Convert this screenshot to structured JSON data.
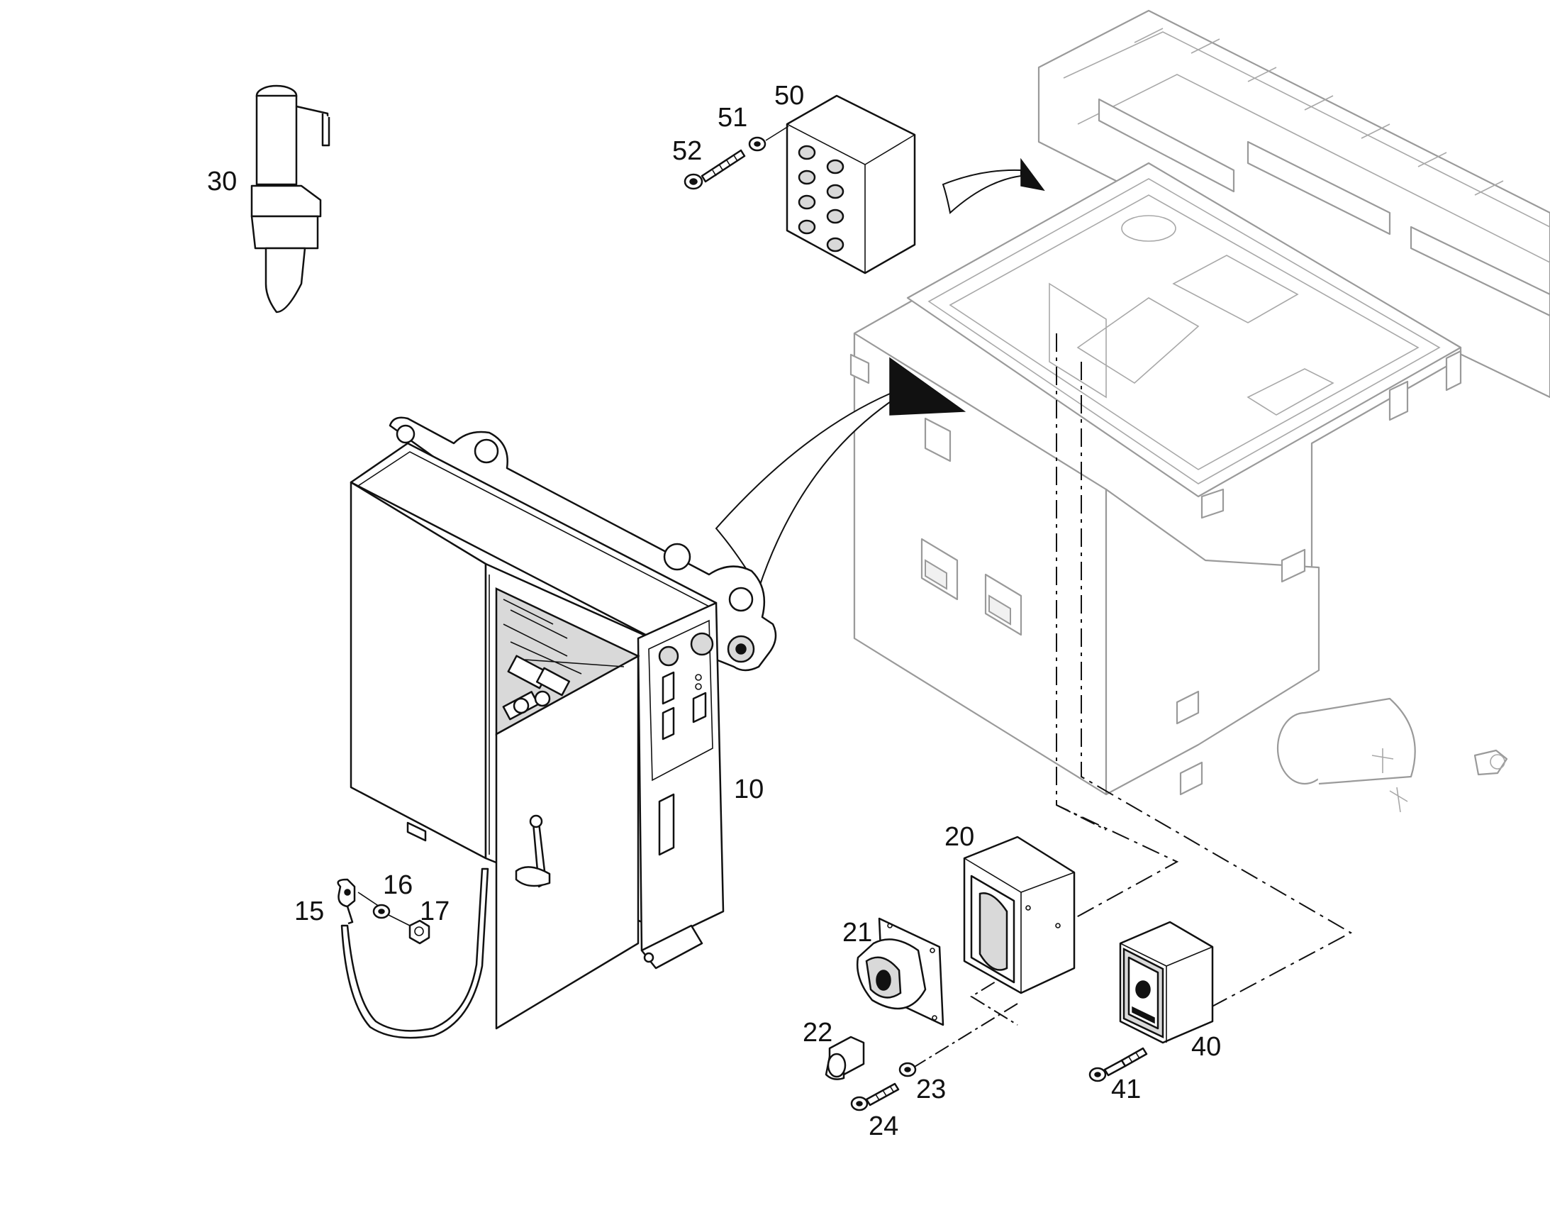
{
  "callouts": {
    "c10": "10",
    "c15": "15",
    "c16": "16",
    "c17": "17",
    "c20": "20",
    "c21": "21",
    "c22": "22",
    "c23": "23",
    "c24": "24",
    "c30": "30",
    "c40": "40",
    "c41": "41",
    "c50": "50",
    "c51": "51",
    "c52": "52"
  }
}
